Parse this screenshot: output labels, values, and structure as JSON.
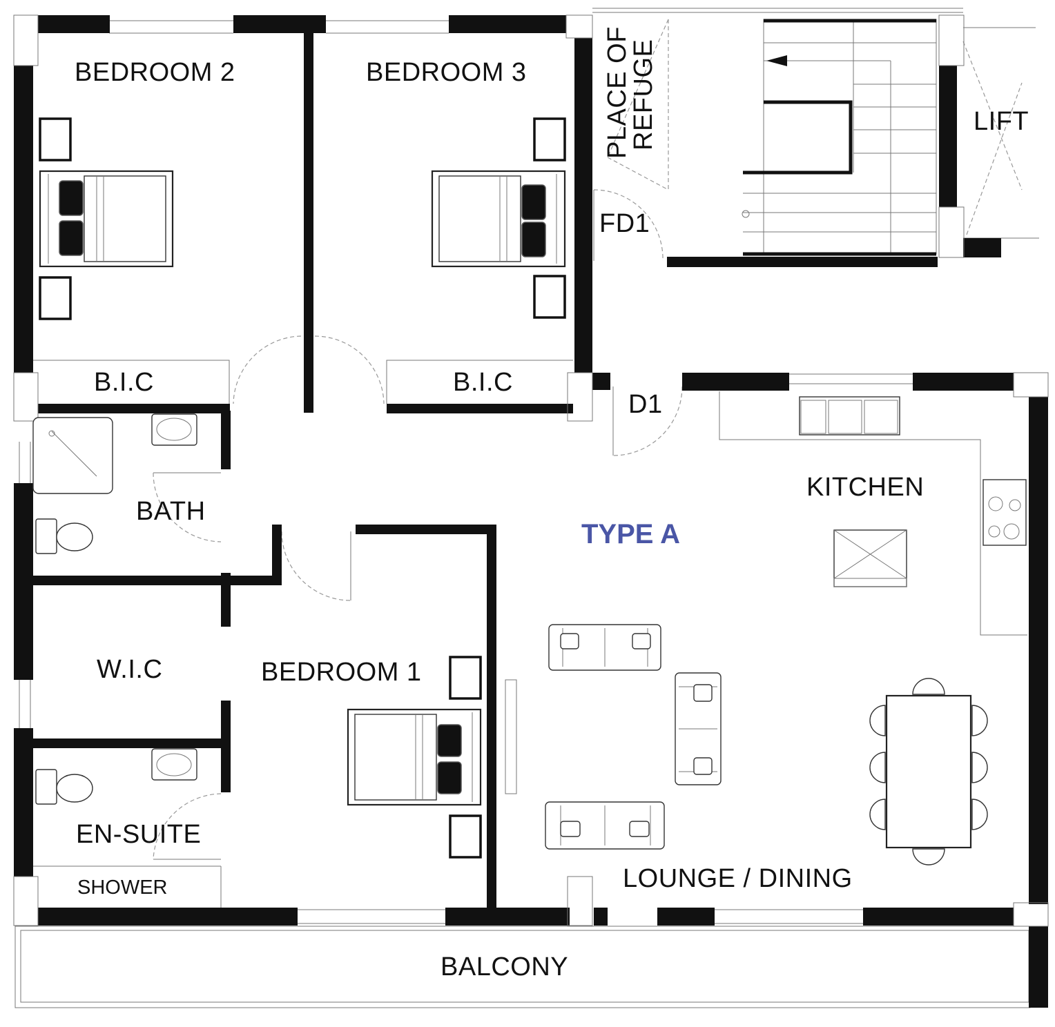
{
  "plan": {
    "type_label": "TYPE A",
    "type_color": "#4a56a6",
    "wall_color": "#111111",
    "rooms": {
      "bedroom2": "BEDROOM 2",
      "bedroom3": "BEDROOM 3",
      "refuge_line1": "PLACE OF",
      "refuge_line2": "REFUGE",
      "lift": "LIFT",
      "fd1": "FD1",
      "bic_left": "B.I.C",
      "bic_right": "B.I.C",
      "d1": "D1",
      "kitchen": "KITCHEN",
      "bath": "BATH",
      "wic": "W.I.C",
      "bedroom1": "BEDROOM 1",
      "ensuite": "EN-SUITE",
      "shower": "SHOWER",
      "lounge_dining": "LOUNGE / DINING",
      "balcony": "BALCONY"
    }
  }
}
